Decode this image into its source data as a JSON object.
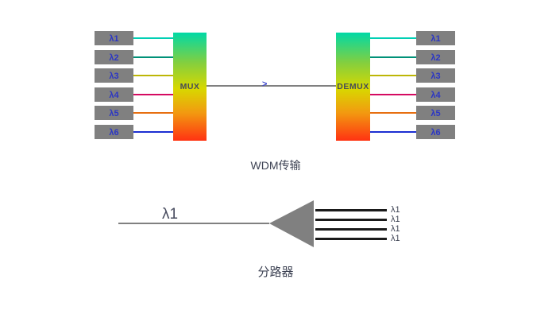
{
  "wdm": {
    "caption": "WDM传输",
    "mux_label": "MUX",
    "demux_label": "DEMUX",
    "arrow_glyph": ">",
    "box_color": "#808080",
    "box_label_color": "#2b36c4",
    "trunk_color": "#808080",
    "block_gradient": [
      "#00d9a6",
      "#84cf3e",
      "#d8d800",
      "#f29a10",
      "#ff3212"
    ],
    "channels": [
      {
        "label": "λ1",
        "color": "#00cfb4"
      },
      {
        "label": "λ2",
        "color": "#009178"
      },
      {
        "label": "λ3",
        "color": "#bdb606"
      },
      {
        "label": "λ4",
        "color": "#d50a60"
      },
      {
        "label": "λ5",
        "color": "#e76f10"
      },
      {
        "label": "λ6",
        "color": "#1c2fd2"
      }
    ]
  },
  "splitter": {
    "caption": "分路器",
    "input_label": "λ1",
    "input_line_color": "#808080",
    "triangle_color": "#808080",
    "output_line_color": "#1a1a1a",
    "outputs": [
      {
        "label": "λ1"
      },
      {
        "label": "λ1"
      },
      {
        "label": "λ1"
      },
      {
        "label": "λ1"
      }
    ]
  }
}
